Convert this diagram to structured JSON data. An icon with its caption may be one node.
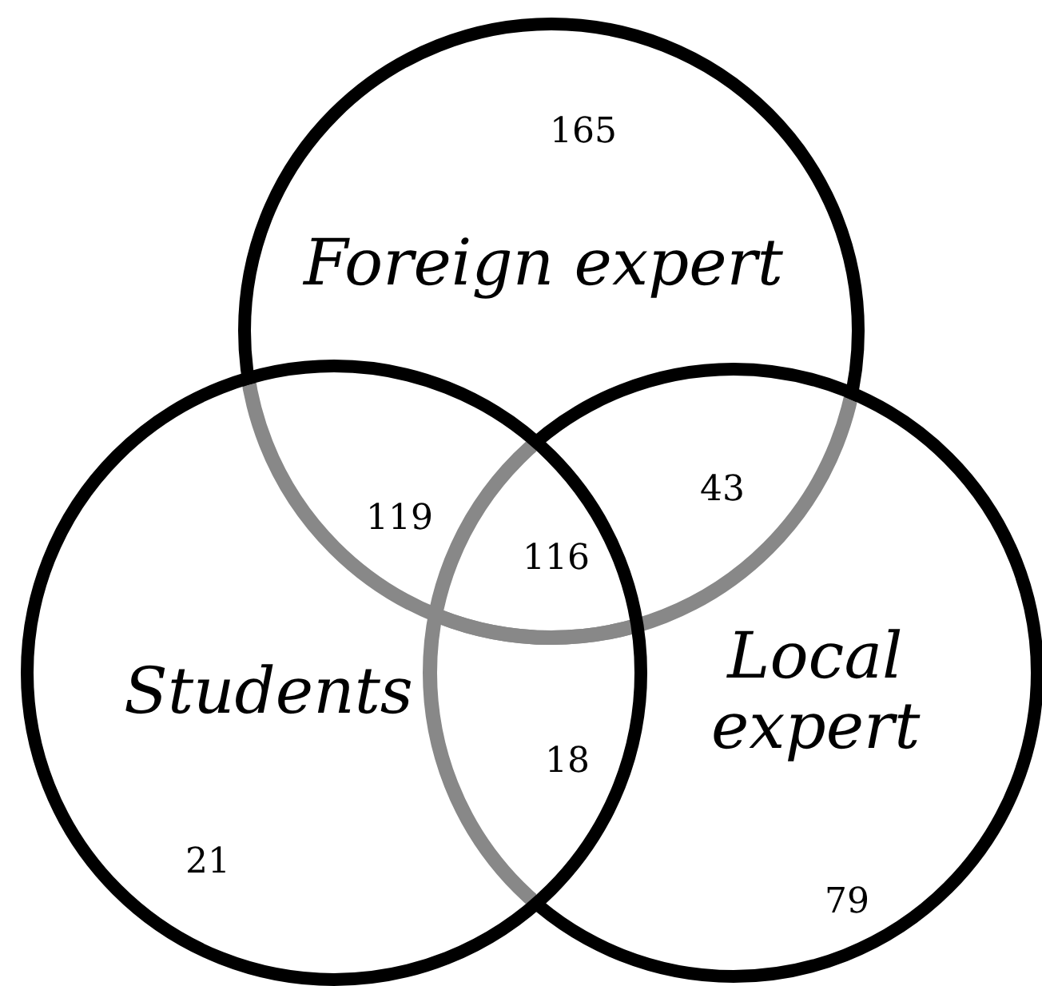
{
  "diagram": {
    "nodes": [
      {
        "text": [
          "Foreign expert"
        ]
      },
      {
        "text": [
          "Students"
        ]
      },
      {
        "text": [
          "Local expert"
        ]
      }
    ],
    "labels": [
      "165",
      "119",
      "116",
      "43",
      "18",
      "21",
      "79"
    ]
  }
}
